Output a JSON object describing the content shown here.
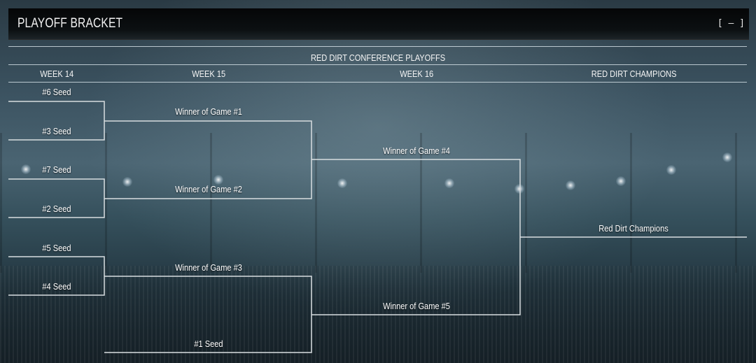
{
  "panel": {
    "title": "PLAYOFF BRACKET",
    "collapse_label": "[ – ]"
  },
  "bracket": {
    "conference_title": "RED DIRT CONFERENCE PLAYOFFS",
    "columns": [
      "WEEK 14",
      "WEEK 15",
      "WEEK 16",
      "RED DIRT CHAMPIONS"
    ],
    "week14_slots": [
      "#6 Seed",
      "#3 Seed",
      "#7 Seed",
      "#2 Seed",
      "#5 Seed",
      "#4 Seed"
    ],
    "week15_slots": [
      "Winner of Game #1",
      "Winner of Game #2",
      "Winner of Game #3",
      "#1 Seed"
    ],
    "week16_slots": [
      "Winner of Game #4",
      "Winner of Game #5"
    ],
    "champion_slot": "Red Dirt Champions"
  }
}
